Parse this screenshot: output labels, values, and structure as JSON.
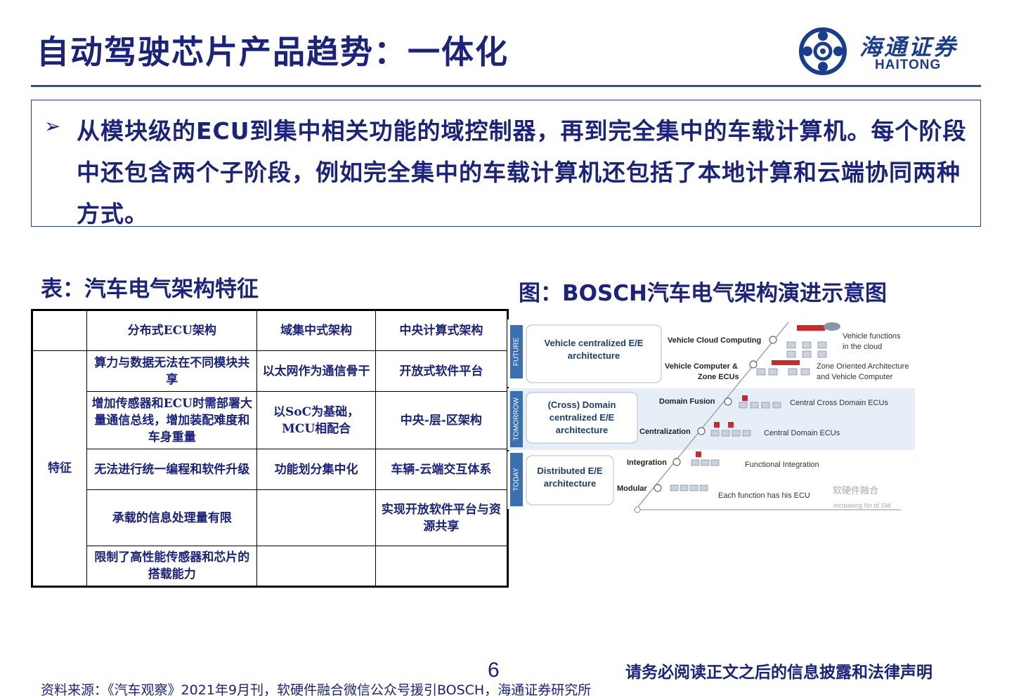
{
  "title": "自动驾驶芯片产品趋势：一体化",
  "logo": {
    "cn": "海通证券",
    "en": "HAITONG"
  },
  "callout": {
    "text": "从模块级的ECU到集中相关功能的域控制器，再到完全集中的车载计算机。每个阶段中还包含两个子阶段，例如完全集中的车载计算机还包括了本地计算和云端协同两种方式。"
  },
  "table_caption": "表：汽车电气架构特征",
  "figure_caption": "图：BOSCH汽车电气架构演进示意图",
  "table": {
    "headers": [
      "",
      "分布式ECU架构",
      "域集中式架构",
      "中央计算式架构"
    ],
    "row_label": "特征",
    "rows": [
      [
        "算力与数据无法在不同模块共享",
        "以太网作为通信骨干",
        "开放式软件平台"
      ],
      [
        "增加传感器和ECU时需部署大量通信总线，增加装配难度和车身重量",
        "以SoC为基础，MCU相配合",
        "中央-层-区架构"
      ],
      [
        "无法进行统一编程和软件升级",
        "功能划分集中化",
        "车辆-云端交互体系"
      ],
      [
        "承载的信息处理量有限",
        "",
        "实现开放软件平台与资源共享"
      ],
      [
        "限制了高性能传感器和芯片的搭载能力",
        "",
        ""
      ]
    ]
  },
  "diagram": {
    "stages": [
      {
        "band": "FUTURE",
        "box": "Vehicle centralized E/E architecture"
      },
      {
        "band": "TOMORROW",
        "box": "(Cross) Domain centralized E/E architecture"
      },
      {
        "band": "TODAY",
        "box": "Distributed E/E architecture"
      }
    ],
    "steps": [
      {
        "label": "Vehicle Cloud Computing",
        "desc": "Vehicle functions in the cloud"
      },
      {
        "label": "Vehicle Computer & Zone ECUs",
        "desc": "Zone Oriented Architecture and Vehicle Computer"
      },
      {
        "label": "Domain Fusion",
        "desc": "Central Cross Domain ECUs"
      },
      {
        "label": "Centralization",
        "desc": "Central Domain ECUs"
      },
      {
        "label": "Integration",
        "desc": "Functional Integration"
      },
      {
        "label": "Modular",
        "desc": "Each function has his ECU"
      }
    ],
    "x_axis": "increasing No of SW",
    "watermark": "软硬件融合"
  },
  "page_number": "6",
  "disclaimer": "请务必阅读正文之后的信息披露和法律声明",
  "source": "资料来源：《汽车观察》2021年9月刊，软硬件融合微信公众号援引BOSCH，海通证券研究所"
}
